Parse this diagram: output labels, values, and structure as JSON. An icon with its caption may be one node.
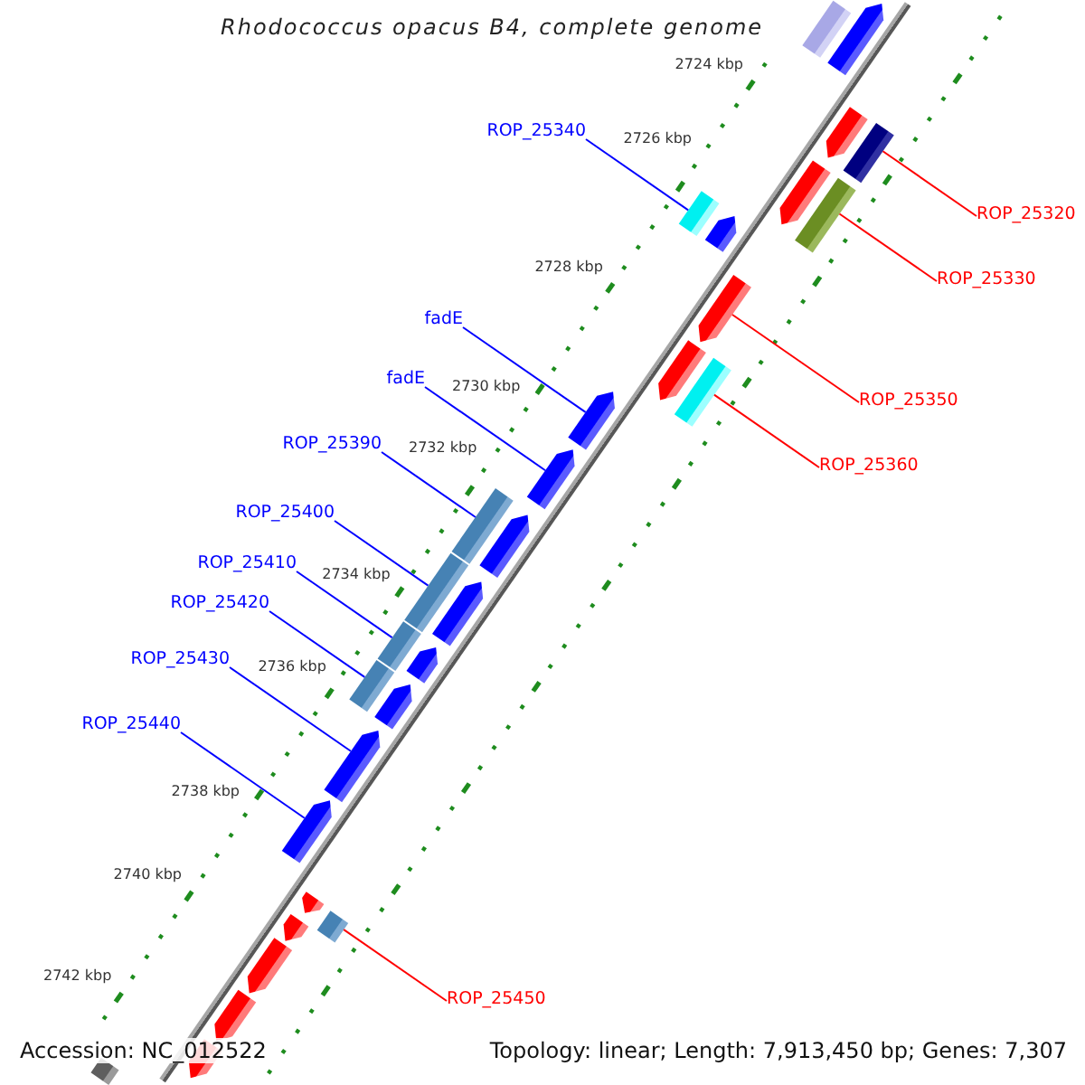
{
  "diagram": {
    "title": "Rhodococcus opacus B4, complete genome",
    "nodes": [
      {
        "text": [
          "ROP_25340"
        ]
      },
      {
        "text": [
          "ROP_25320"
        ]
      },
      {
        "text": [
          "ROP_25330"
        ]
      },
      {
        "text": [
          "fadE"
        ]
      },
      {
        "text": [
          "fadE"
        ]
      },
      {
        "text": [
          "ROP_25350"
        ]
      },
      {
        "text": [
          "ROP_25390"
        ]
      },
      {
        "text": [
          "ROP_25360"
        ]
      },
      {
        "text": [
          "ROP_25400"
        ]
      },
      {
        "text": [
          "ROP_25410"
        ]
      },
      {
        "text": [
          "ROP_25420"
        ]
      },
      {
        "text": [
          "ROP_25430"
        ]
      },
      {
        "text": [
          "ROP_25440"
        ]
      },
      {
        "text": [
          "ROP_25450"
        ]
      },
      {
        "text": [],
        "shape": "box"
      },
      {
        "text": [],
        "shape": "pentagon"
      },
      {
        "text": [],
        "shape": "pentagon"
      },
      {
        "text": [],
        "shape": "box"
      },
      {
        "text": [],
        "shape": "pentagon"
      },
      {
        "text": [],
        "shape": "box"
      },
      {
        "text": [],
        "shape": "box"
      },
      {
        "text": [],
        "shape": "pentagon"
      },
      {
        "text": [],
        "shape": "pentagon"
      },
      {
        "text": [],
        "shape": "pentagon"
      },
      {
        "text": [],
        "shape": "box"
      },
      {
        "text": [],
        "shape": "pentagon"
      },
      {
        "text": [],
        "shape": "pentagon"
      },
      {
        "text": [],
        "shape": "box"
      },
      {
        "text": [],
        "shape": "pentagon"
      },
      {
        "text": [],
        "shape": "box"
      },
      {
        "text": [],
        "shape": "pentagon"
      },
      {
        "text": [],
        "shape": "box"
      },
      {
        "text": [],
        "shape": "pentagon"
      },
      {
        "text": [],
        "shape": "box"
      },
      {
        "text": [],
        "shape": "pentagon"
      },
      {
        "text": [],
        "shape": "pentagon"
      },
      {
        "text": [],
        "shape": "pentagon"
      },
      {
        "text": [],
        "shape": "pentagon"
      },
      {
        "text": [],
        "shape": "box"
      },
      {
        "text": [],
        "shape": "pentagon"
      },
      {
        "text": [],
        "shape": "pentagon"
      },
      {
        "text": [],
        "shape": "pentagon"
      },
      {
        "text": [],
        "shape": "pentagon"
      },
      {
        "text": [],
        "shape": "box"
      }
    ],
    "edges": [
      {
        "from": 0,
        "to": 19,
        "arrow": "none"
      },
      {
        "from": 1,
        "to": 17,
        "arrow": "none",
        "color": "#ff0000"
      },
      {
        "from": 2,
        "to": 20,
        "arrow": "none",
        "color": "#ff0000"
      },
      {
        "from": 3,
        "to": 25,
        "arrow": "none"
      },
      {
        "from": 4,
        "to": 26,
        "arrow": "none"
      },
      {
        "from": 5,
        "to": 22,
        "arrow": "none",
        "color": "#ff0000"
      },
      {
        "from": 6,
        "to": 27,
        "arrow": "none"
      },
      {
        "from": 7,
        "to": 24,
        "arrow": "none",
        "color": "#ff0000"
      },
      {
        "from": 8,
        "to": 29,
        "arrow": "none"
      },
      {
        "from": 9,
        "to": 31,
        "arrow": "none"
      },
      {
        "from": 10,
        "to": 33,
        "arrow": "none"
      },
      {
        "from": 11,
        "to": 35,
        "arrow": "none"
      },
      {
        "from": 12,
        "to": 36,
        "arrow": "none"
      },
      {
        "from": 13,
        "to": 38,
        "arrow": "none",
        "color": "#ff0000"
      }
    ],
    "labels": [
      "2724 kbp",
      "2726 kbp",
      "2728 kbp",
      "2730 kbp",
      "2732 kbp",
      "2734 kbp",
      "2736 kbp",
      "2738 kbp",
      "2740 kbp",
      "2742 kbp",
      "Accession: NC_012522",
      "Topology: linear; Length: 7,913,450 bp; Genes: 7,307"
    ]
  }
}
